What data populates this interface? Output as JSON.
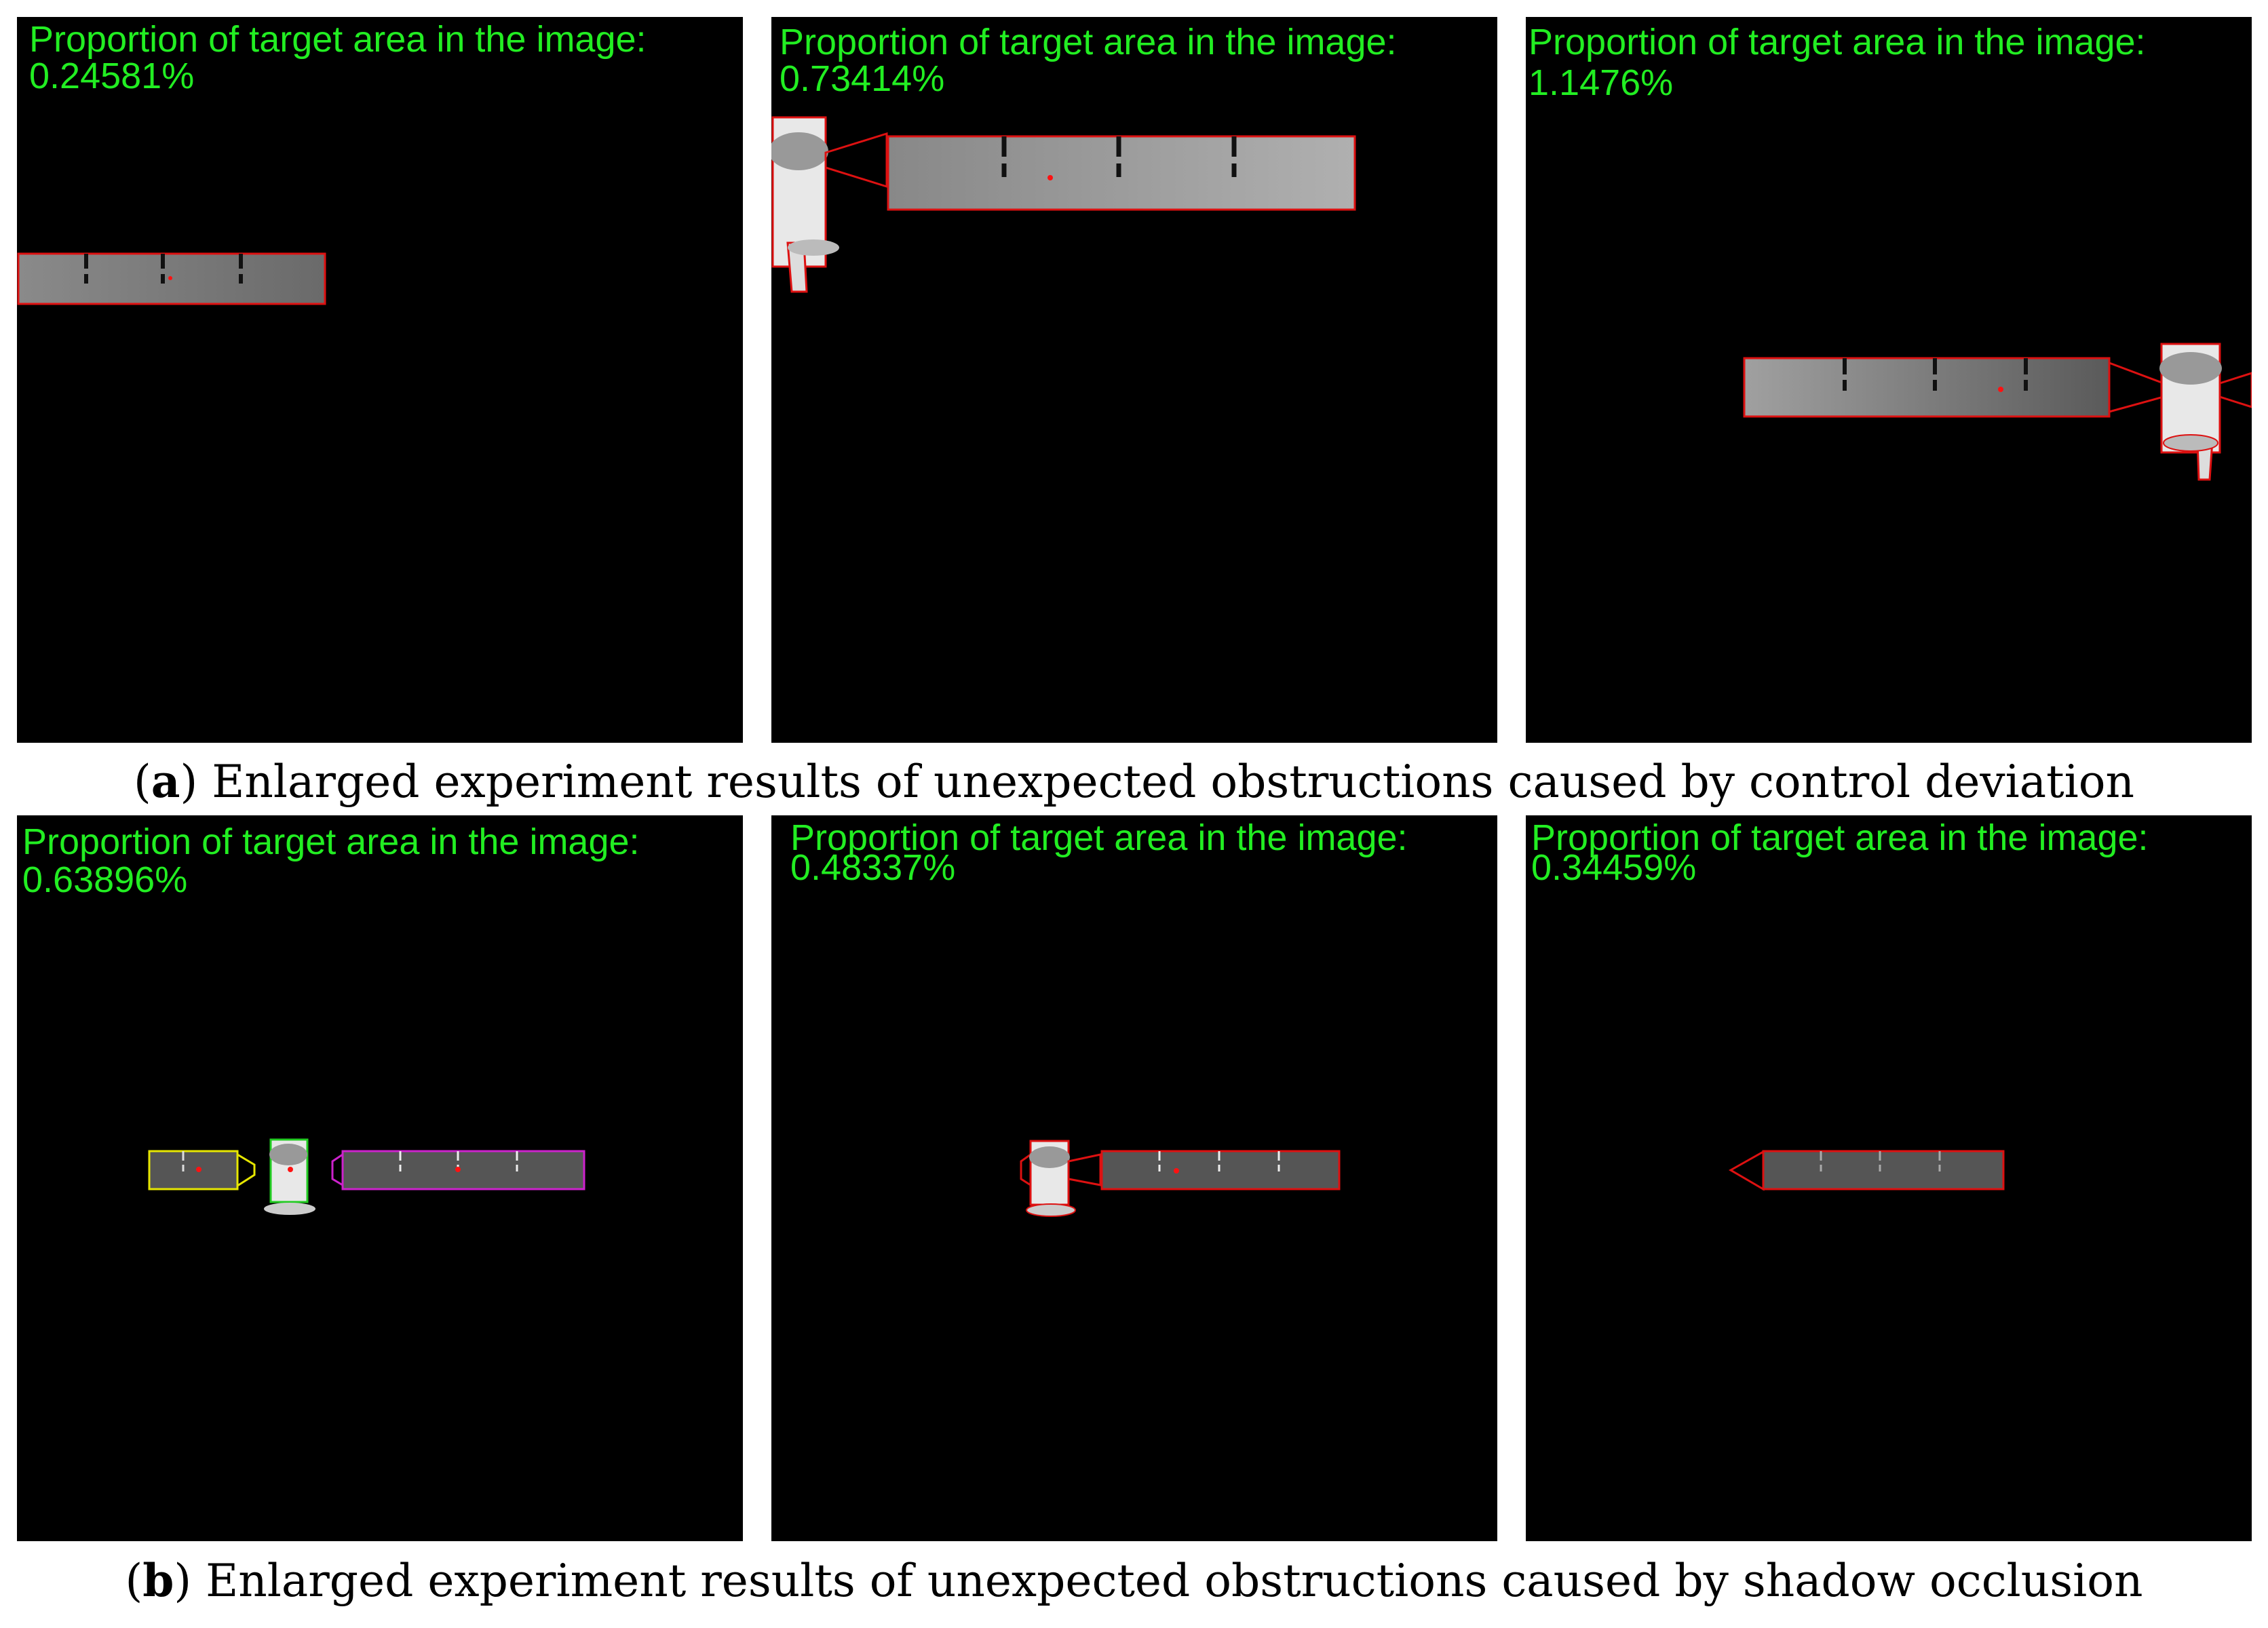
{
  "colors": {
    "panel_background": "#000000",
    "overlay_text": "#22ee22",
    "outline_red": "#dd1111",
    "outline_yellow": "#e6e600",
    "outline_green": "#22cc22",
    "outline_magenta": "#cc22cc"
  },
  "rows": [
    {
      "caption_letter": "a",
      "caption_text": "Enlarged experiment results of unexpected obstructions caused by control deviation",
      "panels": [
        {
          "label": "Proportion of target area in the image:",
          "value": "0.24581%"
        },
        {
          "label": "Proportion of target area in the image:",
          "value": "0.73414%"
        },
        {
          "label": "Proportion of target area in the image:",
          "value": "1.1476%"
        }
      ]
    },
    {
      "caption_letter": "b",
      "caption_text": "Enlarged experiment results of unexpected obstructions caused by shadow occlusion",
      "panels": [
        {
          "label": "Proportion of target area in the image:",
          "value": "0.63896%"
        },
        {
          "label": "Proportion of target area in the image:",
          "value": "0.48337%"
        },
        {
          "label": "Proportion of target area in the image:",
          "value": "0.34459%"
        }
      ]
    }
  ]
}
